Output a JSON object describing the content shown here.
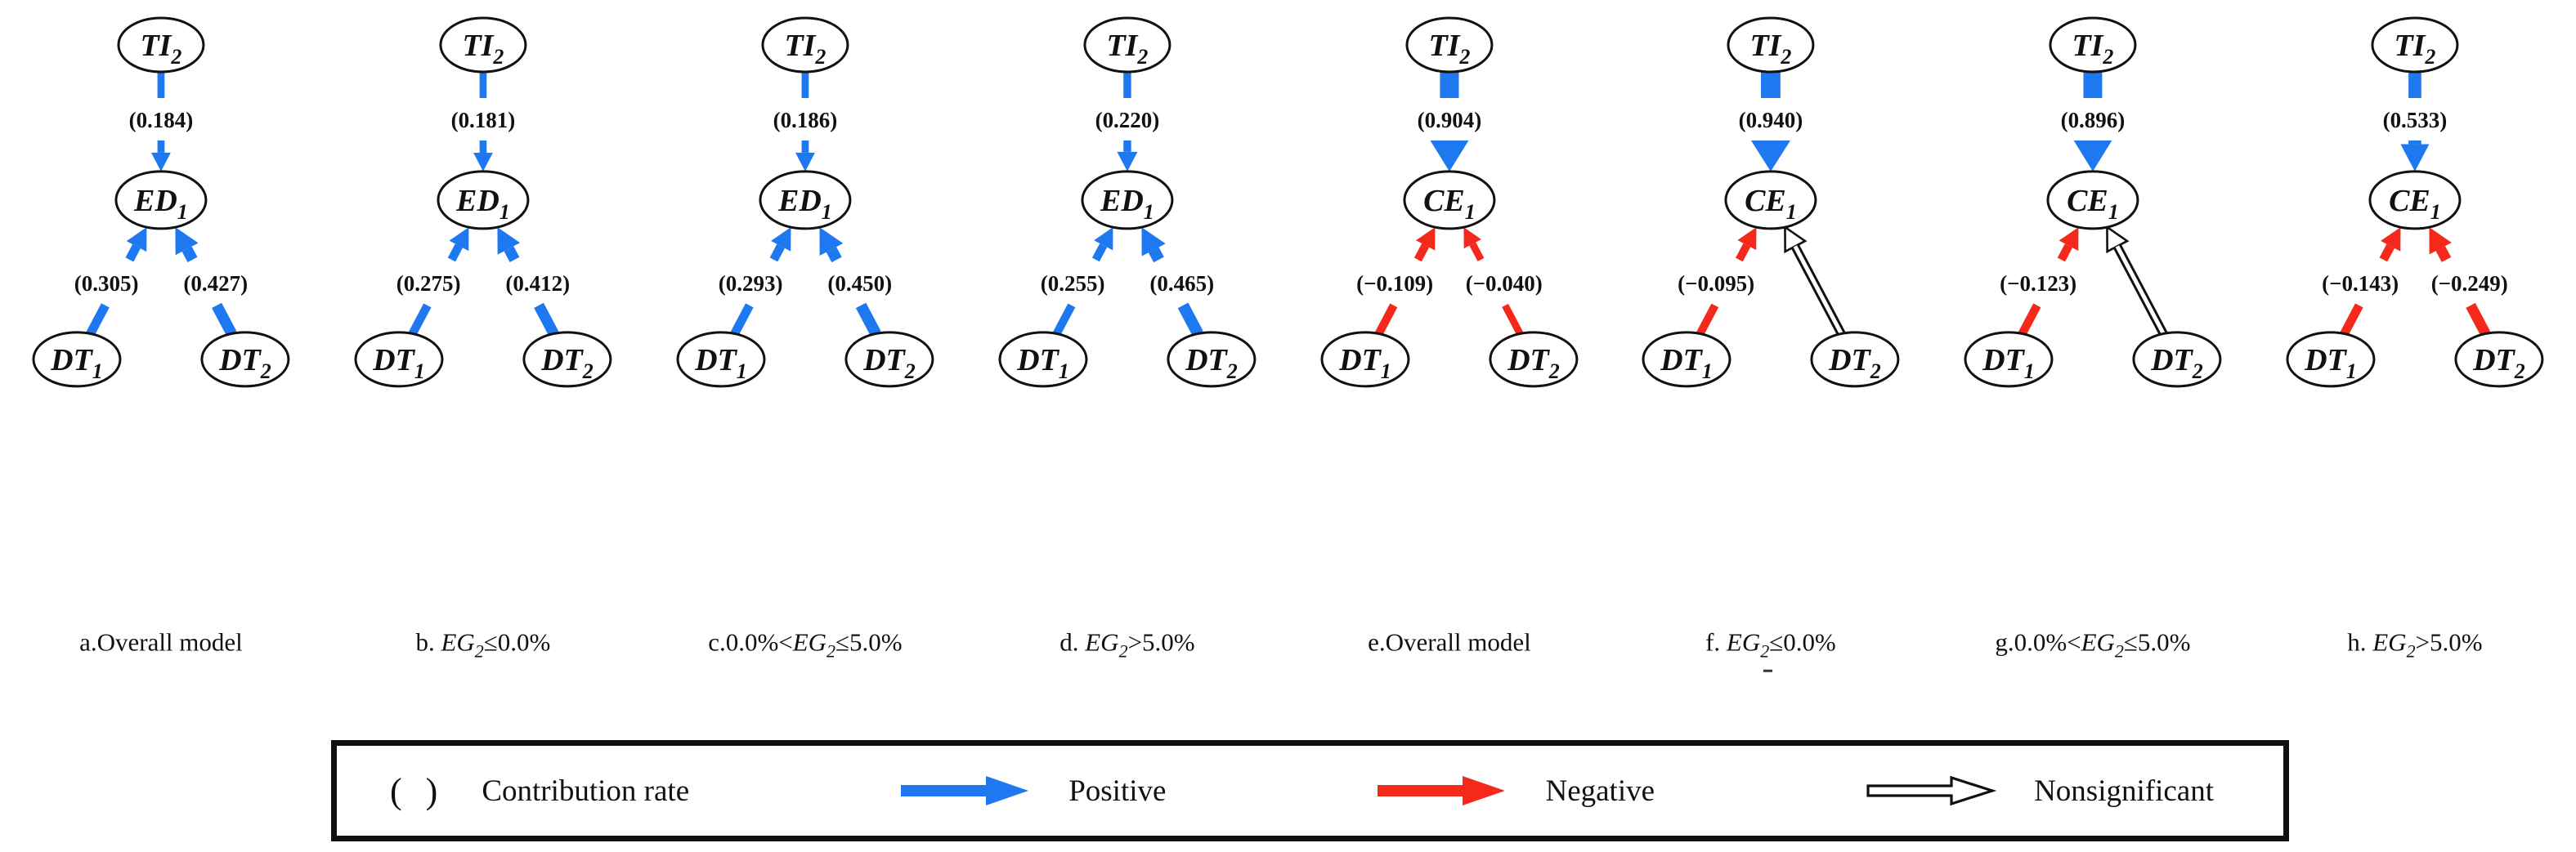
{
  "colors": {
    "positive": "#1e78f0",
    "negative": "#f5281c",
    "nonsignificant": "#111111",
    "node_outline": "#111111",
    "text": "#111111"
  },
  "diagrams": [
    {
      "id": "a",
      "caption": {
        "prefix": "a.Overall model",
        "var": "",
        "sub": "",
        "suffix": ""
      },
      "top": {
        "text": "TI",
        "sub": "2"
      },
      "mid": {
        "text": "ED",
        "sub": "1"
      },
      "left": {
        "text": "DT",
        "sub": "1"
      },
      "right": {
        "text": "DT",
        "sub": "2"
      },
      "edges": {
        "top": {
          "label": "(0.184)",
          "value": 0.184,
          "type": "positive"
        },
        "left": {
          "label": "(0.305)",
          "value": 0.305,
          "type": "positive"
        },
        "right": {
          "label": "(0.427)",
          "value": 0.427,
          "type": "positive"
        }
      }
    },
    {
      "id": "b",
      "caption": {
        "prefix": "b. ",
        "var": "EG",
        "sub": "2",
        "suffix": "≤0.0%"
      },
      "top": {
        "text": "TI",
        "sub": "2"
      },
      "mid": {
        "text": "ED",
        "sub": "1"
      },
      "left": {
        "text": "DT",
        "sub": "1"
      },
      "right": {
        "text": "DT",
        "sub": "2"
      },
      "edges": {
        "top": {
          "label": "(0.181)",
          "value": 0.181,
          "type": "positive"
        },
        "left": {
          "label": "(0.275)",
          "value": 0.275,
          "type": "positive"
        },
        "right": {
          "label": "(0.412)",
          "value": 0.412,
          "type": "positive"
        }
      }
    },
    {
      "id": "c",
      "caption": {
        "prefix": "c.0.0%<",
        "var": "EG",
        "sub": "2",
        "suffix": "≤5.0%"
      },
      "top": {
        "text": "TI",
        "sub": "2"
      },
      "mid": {
        "text": "ED",
        "sub": "1"
      },
      "left": {
        "text": "DT",
        "sub": "1"
      },
      "right": {
        "text": "DT",
        "sub": "2"
      },
      "edges": {
        "top": {
          "label": "(0.186)",
          "value": 0.186,
          "type": "positive"
        },
        "left": {
          "label": "(0.293)",
          "value": 0.293,
          "type": "positive"
        },
        "right": {
          "label": "(0.450)",
          "value": 0.45,
          "type": "positive"
        }
      }
    },
    {
      "id": "d",
      "caption": {
        "prefix": "d. ",
        "var": "EG",
        "sub": "2",
        "suffix": ">5.0%"
      },
      "top": {
        "text": "TI",
        "sub": "2"
      },
      "mid": {
        "text": "ED",
        "sub": "1"
      },
      "left": {
        "text": "DT",
        "sub": "1"
      },
      "right": {
        "text": "DT",
        "sub": "2"
      },
      "edges": {
        "top": {
          "label": "(0.220)",
          "value": 0.22,
          "type": "positive"
        },
        "left": {
          "label": "(0.255)",
          "value": 0.255,
          "type": "positive"
        },
        "right": {
          "label": "(0.465)",
          "value": 0.465,
          "type": "positive"
        }
      }
    },
    {
      "id": "e",
      "caption": {
        "prefix": "e.Overall model",
        "var": "",
        "sub": "",
        "suffix": ""
      },
      "top": {
        "text": "TI",
        "sub": "2"
      },
      "mid": {
        "text": "CE",
        "sub": "1"
      },
      "left": {
        "text": "DT",
        "sub": "1"
      },
      "right": {
        "text": "DT",
        "sub": "2"
      },
      "edges": {
        "top": {
          "label": "(0.904)",
          "value": 0.904,
          "type": "positive"
        },
        "left": {
          "label": "(−0.109)",
          "value": -0.109,
          "type": "negative"
        },
        "right": {
          "label": "(−0.040)",
          "value": -0.04,
          "type": "negative"
        }
      }
    },
    {
      "id": "f",
      "caption": {
        "prefix": "f. ",
        "var": "EG",
        "sub": "2",
        "suffix": "≤0.0%"
      },
      "subnote": "-",
      "top": {
        "text": "TI",
        "sub": "2"
      },
      "mid": {
        "text": "CE",
        "sub": "1"
      },
      "left": {
        "text": "DT",
        "sub": "1"
      },
      "right": {
        "text": "DT",
        "sub": "2"
      },
      "edges": {
        "top": {
          "label": "(0.940)",
          "value": 0.94,
          "type": "positive"
        },
        "left": {
          "label": "(−0.095)",
          "value": -0.095,
          "type": "negative"
        },
        "right": {
          "label": "",
          "value": null,
          "type": "nonsignificant"
        }
      }
    },
    {
      "id": "g",
      "caption": {
        "prefix": "g.0.0%<",
        "var": "EG",
        "sub": "2",
        "suffix": "≤5.0%"
      },
      "top": {
        "text": "TI",
        "sub": "2"
      },
      "mid": {
        "text": "CE",
        "sub": "1"
      },
      "left": {
        "text": "DT",
        "sub": "1"
      },
      "right": {
        "text": "DT",
        "sub": "2"
      },
      "edges": {
        "top": {
          "label": "(0.896)",
          "value": 0.896,
          "type": "positive"
        },
        "left": {
          "label": "(−0.123)",
          "value": -0.123,
          "type": "negative"
        },
        "right": {
          "label": "",
          "value": null,
          "type": "nonsignificant"
        }
      }
    },
    {
      "id": "h",
      "caption": {
        "prefix": "h. ",
        "var": "EG",
        "sub": "2",
        "suffix": ">5.0%"
      },
      "top": {
        "text": "TI",
        "sub": "2"
      },
      "mid": {
        "text": "CE",
        "sub": "1"
      },
      "left": {
        "text": "DT",
        "sub": "1"
      },
      "right": {
        "text": "DT",
        "sub": "2"
      },
      "edges": {
        "top": {
          "label": "(0.533)",
          "value": 0.533,
          "type": "positive"
        },
        "left": {
          "label": "(−0.143)",
          "value": -0.143,
          "type": "negative"
        },
        "right": {
          "label": "(−0.249)",
          "value": -0.249,
          "type": "negative"
        }
      }
    }
  ],
  "legend": {
    "items": [
      {
        "symbol": "parentheses",
        "symbol_text": "( )",
        "label": "Contribution rate"
      },
      {
        "symbol": "arrow-positive",
        "label": "Positive"
      },
      {
        "symbol": "arrow-negative",
        "label": "Negative"
      },
      {
        "symbol": "arrow-nonsignificant",
        "label": "Nonsignificant"
      }
    ]
  }
}
